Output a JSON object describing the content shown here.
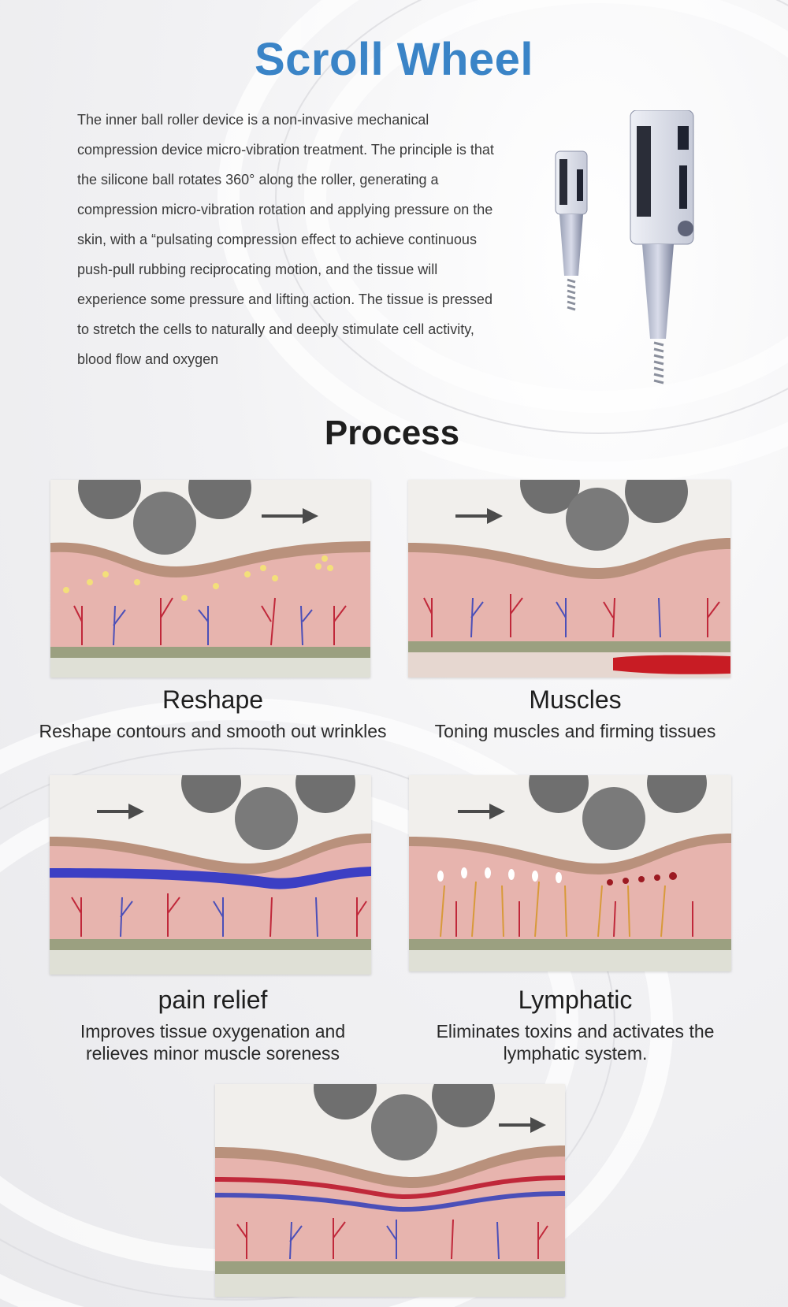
{
  "header": {
    "title": "Scroll Wheel",
    "intro": "The inner ball roller device is a non-invasive mechanical compression device micro-vibration treatment. The principle is that the silicone ball rotates 360° along the roller, generating a compression micro-vibration rotation and applying pressure on the skin, with a “pulsating compression effect to achieve continuous push-pull rubbing reciprocating motion, and the tissue will experience some pressure and lifting action. The tissue is pressed to stretch the cells to naturally and deeply stimulate cell activity, blood flow and oxygen"
  },
  "process": {
    "title": "Process",
    "items": [
      {
        "title": "Reshape",
        "desc": "Reshape contours and smooth out wrinkles"
      },
      {
        "title": "Muscles",
        "desc": "Toning muscles and firming tissues"
      },
      {
        "title": "pain relief",
        "desc": "Improves tissue oxygenation and relieves minor muscle soreness"
      },
      {
        "title": "Lymphatic",
        "desc": "Eliminates toxins and activates the lymphatic system."
      }
    ]
  },
  "colors": {
    "title_blue": "#3a84c7",
    "skin": "#e7b4ae",
    "vein_red": "#c0283a",
    "vein_blue": "#4b4fb8",
    "ball": "#7a7a7a"
  },
  "icons": [
    "device-handpiece-icon",
    "arrow-right-icon",
    "roller-ball-icon"
  ]
}
